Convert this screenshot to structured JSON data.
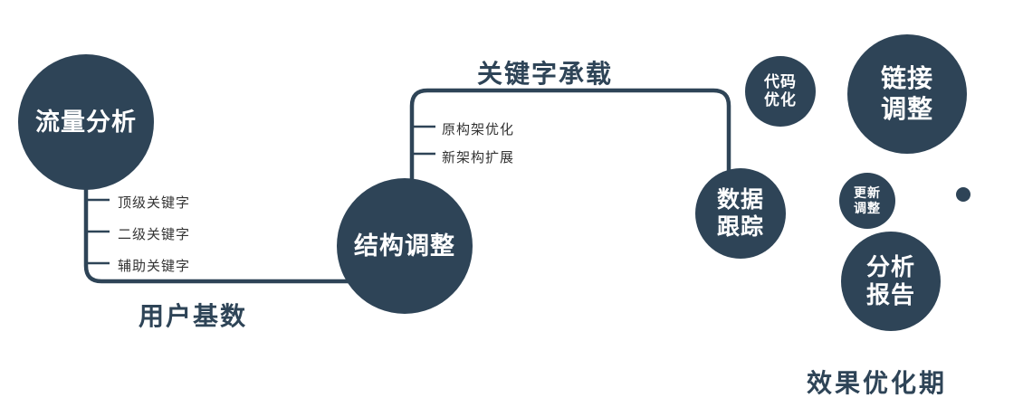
{
  "colors": {
    "primary": "#2e4457",
    "circle_text": "#ffffff",
    "branch_text": "#333333",
    "background": "#ffffff"
  },
  "nodes": {
    "traffic": {
      "label": "流量分析"
    },
    "structure": {
      "label": "结构调整"
    },
    "tracking": {
      "line1": "数据",
      "line2": "跟踪"
    },
    "code": {
      "line1": "代码",
      "line2": "优化"
    },
    "link": {
      "line1": "链接",
      "line2": "调整"
    },
    "update": {
      "line1": "更新",
      "line2": "调整"
    },
    "report": {
      "line1": "分析",
      "line2": "报告"
    }
  },
  "edge_labels": {
    "user_base": "用户基数",
    "keyword_carry": "关键字承载",
    "effect_period": "效果优化期"
  },
  "branches": {
    "traffic": [
      "顶级关键字",
      "二级关键字",
      "辅助关键字"
    ],
    "structure": [
      "原构架优化",
      "新架构扩展"
    ]
  }
}
